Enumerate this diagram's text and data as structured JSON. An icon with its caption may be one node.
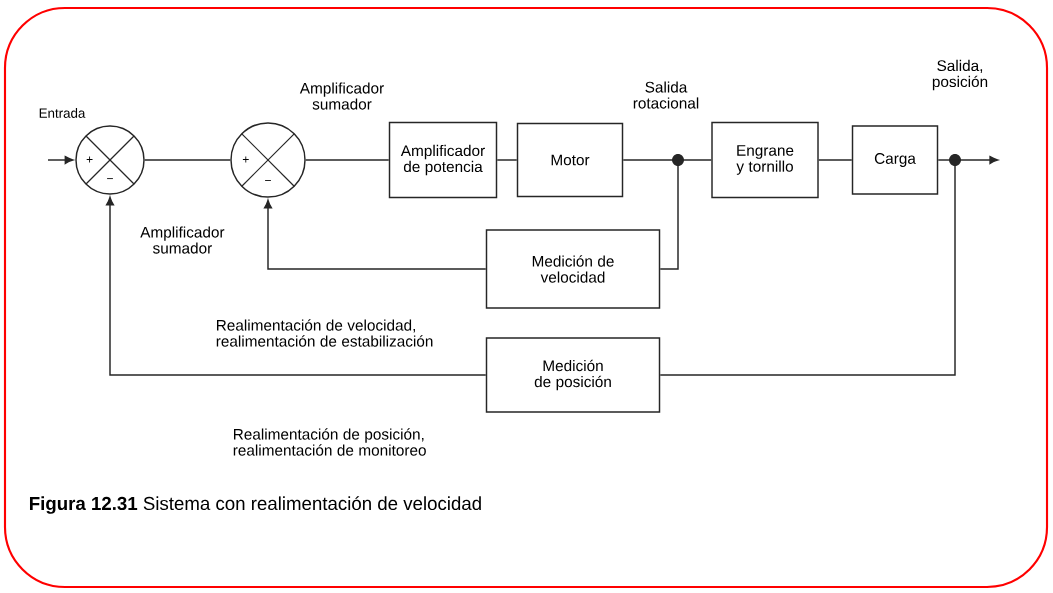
{
  "diagram": {
    "caption": "**Figura 12.31** Sistema con realimentación de velocidad",
    "nodes": [
      {
        "text": [
          "+",
          "−"
        ],
        "beside": [
          "Amplificador sumador"
        ]
      },
      {
        "text": [
          "+",
          "−"
        ],
        "beside": [
          "Amplificador sumador"
        ]
      },
      {
        "text": [
          "Amplificador de potencia"
        ]
      },
      {
        "text": [
          "Motor"
        ]
      },
      {
        "text": [],
        "shape": "circle"
      },
      {
        "text": [
          "Engrane y tornillo"
        ]
      },
      {
        "text": [
          "Carga"
        ]
      },
      {
        "text": [],
        "shape": "circle"
      },
      {
        "text": [
          "Medición de velocidad"
        ]
      },
      {
        "text": [
          "Medición de posición"
        ]
      }
    ],
    "edges": [
      {
        "from": null,
        "to": 0,
        "arrow": "to",
        "label": "Entrada"
      },
      {
        "from": 0,
        "to": 1,
        "arrow": "none"
      },
      {
        "from": 1,
        "to": 2,
        "arrow": "none"
      },
      {
        "from": 2,
        "to": 3,
        "arrow": "none"
      },
      {
        "from": 3,
        "to": 4,
        "arrow": "none"
      },
      {
        "from": 4,
        "to": 5,
        "arrow": "none"
      },
      {
        "from": 5,
        "to": 6,
        "arrow": "none"
      },
      {
        "from": 6,
        "to": 7,
        "arrow": "none"
      },
      {
        "from": 7,
        "to": null,
        "arrow": "to"
      },
      {
        "from": 4,
        "to": 8,
        "arrow": "none"
      },
      {
        "from": 8,
        "to": 1,
        "arrow": "to",
        "label": "Realimentación de velocidad, realimentación de estabilización"
      },
      {
        "from": 7,
        "to": 9,
        "arrow": "none"
      },
      {
        "from": 9,
        "to": 0,
        "arrow": "to",
        "label": "Realimentación de posición, realimentación de monitoreo"
      }
    ],
    "labels": [
      "Salida rotacional",
      "Salida, posición"
    ]
  }
}
